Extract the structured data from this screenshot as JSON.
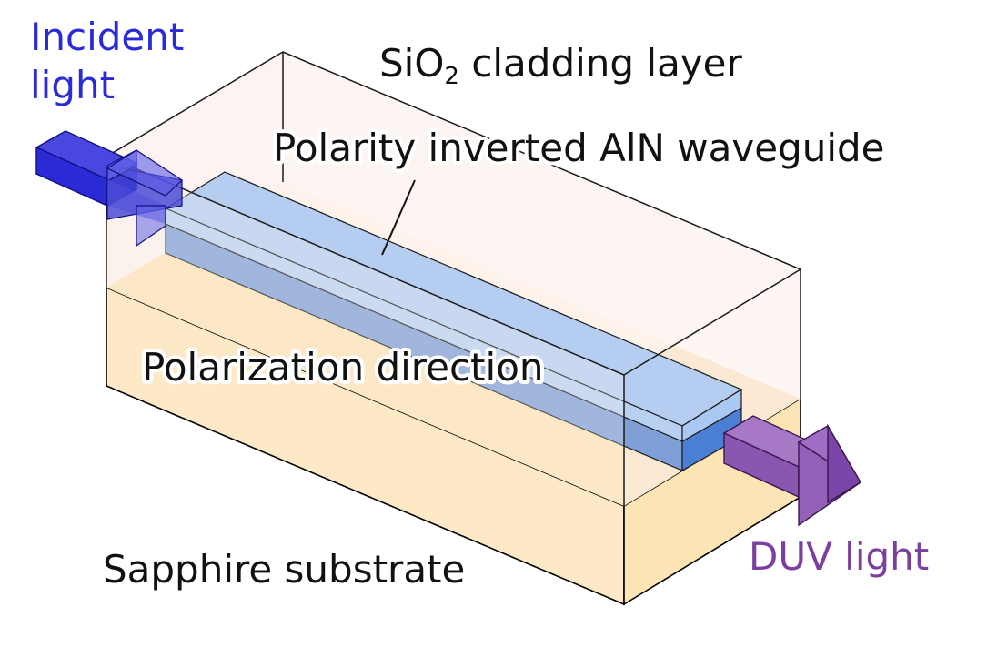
{
  "labels": {
    "incident_line1": "Incident",
    "incident_line2": "light",
    "cladding_prefix": "SiO",
    "cladding_sub": "2",
    "cladding_suffix": " cladding layer",
    "waveguide": "Polarity inverted AlN waveguide",
    "polarization": "Polarization direction",
    "substrate": "Sapphire substrate",
    "duv": "DUV light"
  },
  "colors": {
    "incident": "#2a2ad6",
    "duv": "#7b3fa0",
    "text": "#111111",
    "substrate": "#fde9c6",
    "cladding": "#fdf3ef",
    "waveguide_top": "#b5cdf0",
    "waveguide_side": "#7f9fd6",
    "waveguide_end": "#4a7fd4"
  }
}
